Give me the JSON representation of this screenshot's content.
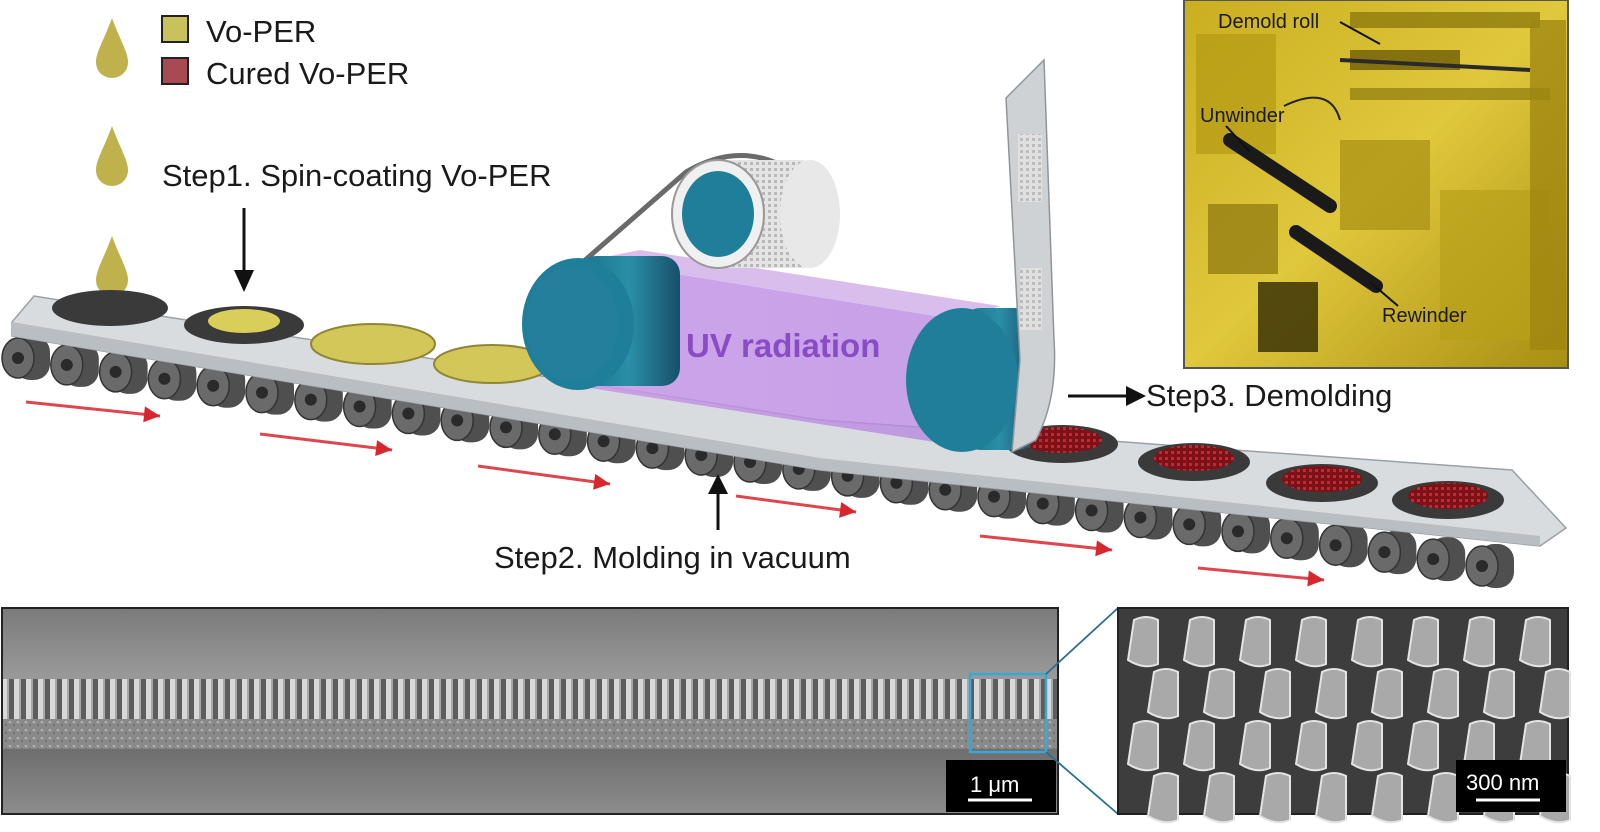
{
  "legend": {
    "items": [
      {
        "label": "Vo-PER",
        "color": "#c9c25a"
      },
      {
        "label": "Cured Vo-PER",
        "color": "#a84a52"
      }
    ]
  },
  "steps": {
    "step1": "Step1. Spin-coating Vo-PER",
    "step2": "Step2. Molding in vacuum",
    "step3": "Step3. Demolding",
    "uv": "UV radiation"
  },
  "photo": {
    "demold_roll": "Demold roll",
    "unwinder": "Unwinder",
    "rewinder": "Rewinder"
  },
  "sem": {
    "scale_left": "1 μm",
    "scale_right": "300 nm"
  },
  "colors": {
    "resin": "#c9c25a",
    "cured": "#a3212b",
    "roller_blue": "#1f7f9a",
    "uv_purple": "#b07bdc",
    "uv_text": "#8a4bc6",
    "arrow_red": "#d8262e",
    "photo_yellow": "#d8bf2a"
  }
}
